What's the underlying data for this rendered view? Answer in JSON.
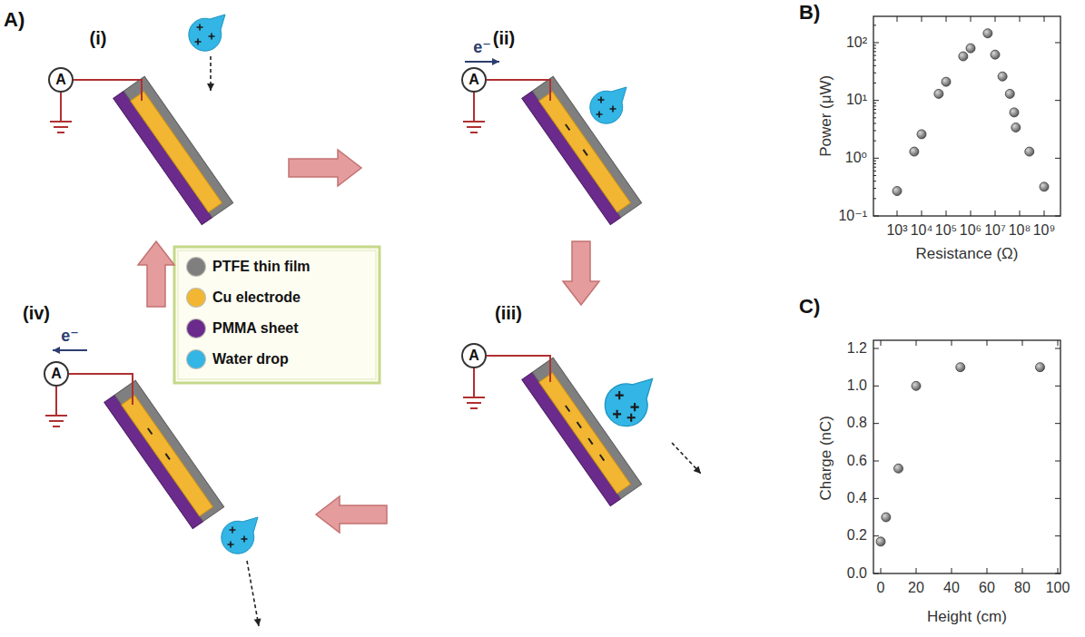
{
  "diagram": {
    "nodes": [
      {
        "text": [
          "A"
        ]
      },
      {
        "text": [
          "A"
        ]
      },
      {
        "text": [
          "A"
        ]
      },
      {
        "text": [
          "A"
        ]
      }
    ],
    "labels": [
      "A)",
      "(i)",
      "(ii)",
      "(iii)",
      "(iv)",
      "e⁻",
      "e⁻",
      "B)",
      "10²",
      "10¹",
      "10⁰",
      "10⁻¹",
      "10³",
      "10⁴",
      "10⁵",
      "10⁶",
      "10⁷",
      "10⁸",
      "10⁹",
      "Power (μW)",
      "Resistance (Ω)",
      "C)",
      "1.2",
      "1.0",
      "0.8",
      "0.6",
      "0.4",
      "0.2",
      "0.0",
      "0",
      "20",
      "40",
      "60",
      "80",
      "100",
      "Charge (nC)",
      "Height (cm)"
    ],
    "legend": [
      {
        "text": "PTFE thin film",
        "color": "#7f7f7f"
      },
      {
        "text": "Cu electrode",
        "color": "#f2b632"
      },
      {
        "text": "PMMA sheet",
        "color": "#6b2b8c"
      },
      {
        "text": "Water drop",
        "color": "#33b5e5"
      }
    ]
  }
}
